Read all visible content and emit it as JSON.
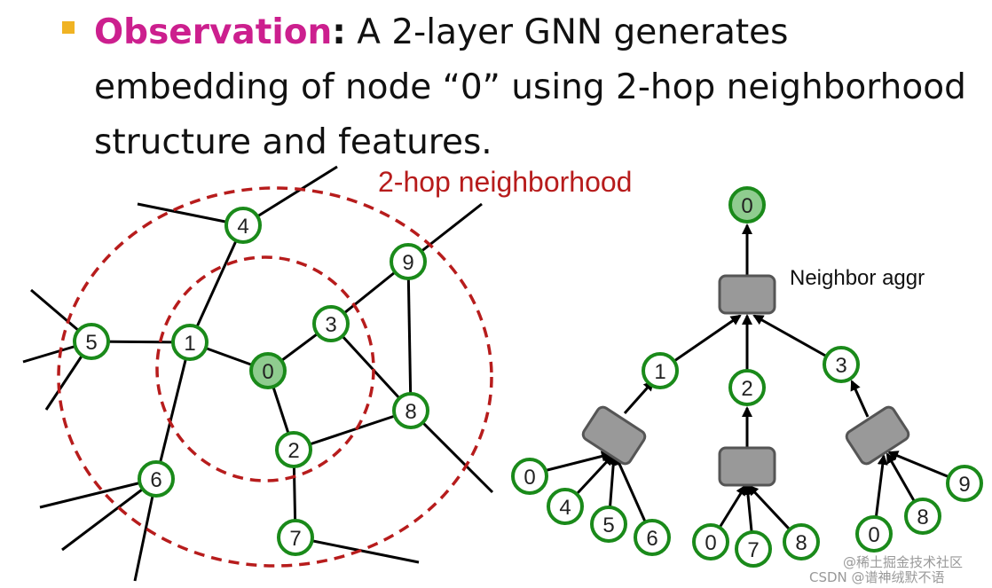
{
  "bullet": {
    "keyword": "Observation",
    "colon": ":",
    "text": " A 2-layer GNN generates embedding of node “0” using 2-hop neighborhood structure and features."
  },
  "colors": {
    "keyword": "#cc1f8e",
    "bullet_square": "#f0b323",
    "node_stroke": "#1a8a1a",
    "target_fill": "#8fcc8f",
    "circle": "#b71c1c",
    "aggr_box": "#999999"
  },
  "graph": {
    "circle_label": "2-hop neighborhood",
    "nodes": [
      "4",
      "9",
      "5",
      "1",
      "3",
      "0",
      "8",
      "2",
      "6",
      "7"
    ]
  },
  "tree": {
    "aggr_label": "Neighbor aggr",
    "root": "0",
    "level1": [
      "1",
      "2",
      "3"
    ],
    "leaves_1": [
      "0",
      "4",
      "5",
      "6"
    ],
    "leaves_2": [
      "0",
      "7",
      "8"
    ],
    "leaves_3": [
      "0",
      "8",
      "9"
    ]
  },
  "watermark": {
    "line1": "@稀土掘金技术社区",
    "line2": "CSDN @谱神绒默不语"
  }
}
